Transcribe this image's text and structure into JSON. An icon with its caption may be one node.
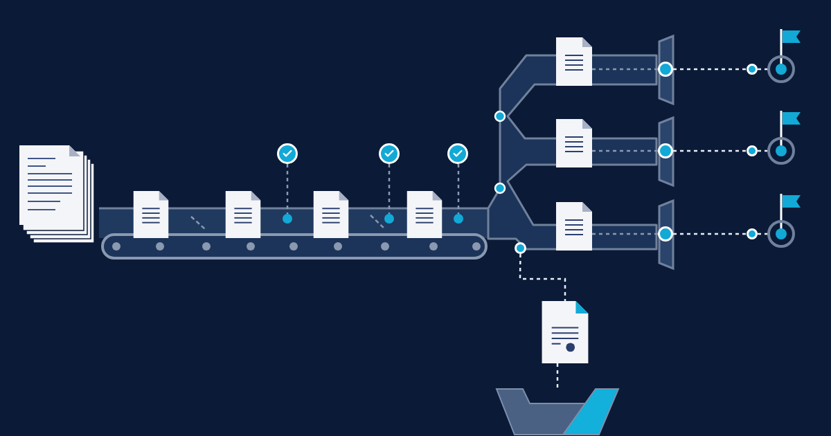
{
  "diagram": {
    "nodes": [
      {
        "text": [],
        "shape": "circle"
      },
      {
        "text": [],
        "shape": "circle"
      },
      {
        "text": [],
        "shape": "circle"
      },
      {
        "text": [],
        "shape": "circle"
      },
      {
        "text": [],
        "shape": "circle"
      },
      {
        "text": [],
        "shape": "circle"
      },
      {
        "text": [],
        "shape": "picture"
      },
      {
        "text": [],
        "shape": "circle"
      },
      {
        "text": [],
        "shape": "circle"
      },
      {
        "text": [],
        "shape": "circle"
      },
      {
        "text": [],
        "shape": "picture"
      },
      {
        "text": [],
        "shape": "circle"
      },
      {
        "text": [],
        "shape": "circle"
      },
      {
        "text": [],
        "shape": "circle"
      },
      {
        "text": [],
        "shape": "picture"
      },
      {
        "text": [],
        "shape": "circle"
      },
      {
        "text": [],
        "shape": "circle"
      },
      {
        "text": [],
        "shape": "circle"
      },
      {
        "text": [],
        "shape": "circle"
      },
      {
        "text": [],
        "shape": "picture"
      },
      {
        "text": [],
        "shape": "picture"
      }
    ],
    "edges": [
      {
        "from": 0,
        "to": 3,
        "arrow": "none",
        "style": "dashed",
        "color": "#8a99b0"
      },
      {
        "from": 1,
        "to": 4,
        "arrow": "none",
        "style": "dashed",
        "color": "#8a99b0"
      },
      {
        "from": 2,
        "to": 5,
        "arrow": "none",
        "style": "dashed",
        "color": "#8a99b0"
      },
      {
        "from": 6,
        "to": 7,
        "arrow": "none",
        "style": "dashed",
        "color": "#8a99b0"
      },
      {
        "from": 7,
        "to": 8,
        "arrow": "none",
        "style": "dashed"
      },
      {
        "from": 8,
        "to": 9,
        "arrow": "none",
        "style": "dashed"
      },
      {
        "from": 10,
        "to": 11,
        "arrow": "none",
        "style": "dashed",
        "color": "#8a99b0"
      },
      {
        "from": 11,
        "to": 12,
        "arrow": "none",
        "style": "dashed"
      },
      {
        "from": 12,
        "to": 13,
        "arrow": "none",
        "style": "dashed"
      },
      {
        "from": 14,
        "to": 15,
        "arrow": "none",
        "style": "dashed",
        "color": "#8a99b0"
      },
      {
        "from": 15,
        "to": 16,
        "arrow": "none",
        "style": "dashed"
      },
      {
        "from": 16,
        "to": 17,
        "arrow": "none",
        "style": "dashed"
      },
      {
        "from": 18,
        "to": 19,
        "arrow": "none",
        "style": "dashed"
      },
      {
        "from": 19,
        "to": 20,
        "arrow": "none",
        "style": "dashed"
      }
    ]
  }
}
